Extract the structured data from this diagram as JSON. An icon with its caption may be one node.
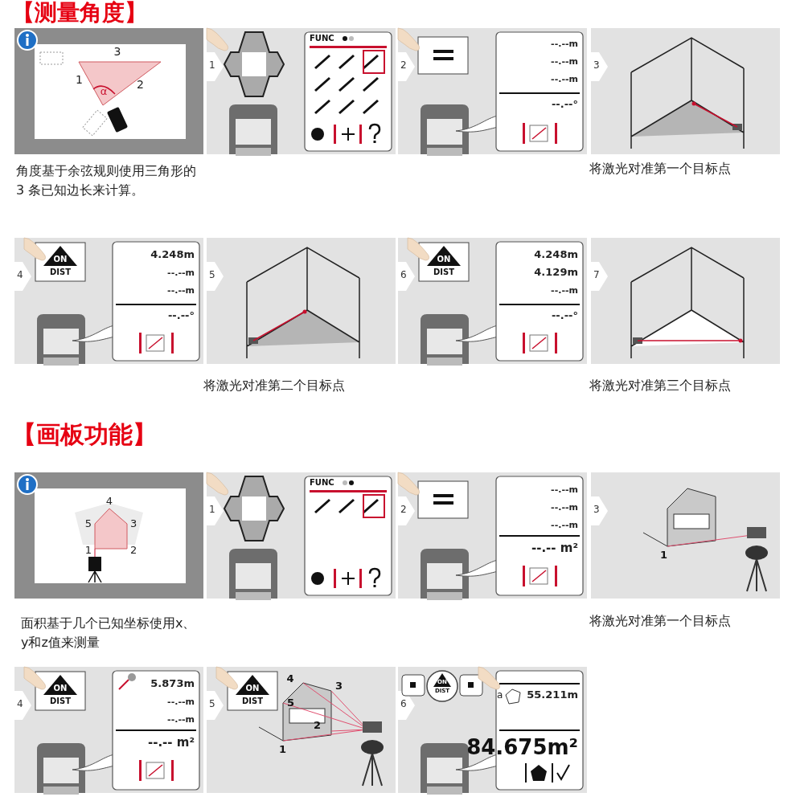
{
  "diagram": {
    "title": "【测量角度】",
    "labels": [
      "3",
      "1",
      "2",
      "α",
      "1",
      "FUNC",
      "2",
      "--.--m",
      "--.--m",
      "--.--m",
      "--.--°",
      "3",
      "角度基于余弦规则使用三角形的 3 条已知边长来计算。",
      "将激光对准第一个目标点",
      "4",
      "ON",
      "DIST",
      "4.248m",
      "--.--m",
      "--.--m",
      "--.--°",
      "5",
      "6",
      "ON",
      "DIST",
      "4.248m",
      "4.129m",
      "--.--m",
      "--.--°",
      "7",
      "将激光对准第二个目标点",
      "将激光对准第三个目标点",
      "【画板功能】",
      "4",
      "5",
      "3",
      "1",
      "2",
      "1",
      "FUNC",
      "2",
      "--.--m",
      "--.--m",
      "--.--m",
      "--.-- m²",
      "3",
      "1",
      "面积基于几个已知坐标使用x、y和z值来测量",
      "将激光对准第一个目标点",
      "4",
      "ON",
      "DIST",
      "5.873m",
      "--.--m",
      "--.--m",
      "--.-- m²",
      "5",
      "ON",
      "DIST",
      "4",
      "3",
      "5",
      "2",
      "1",
      "6",
      "ON",
      "DIST",
      "a",
      "55.211m",
      "84.675m²"
    ]
  }
}
